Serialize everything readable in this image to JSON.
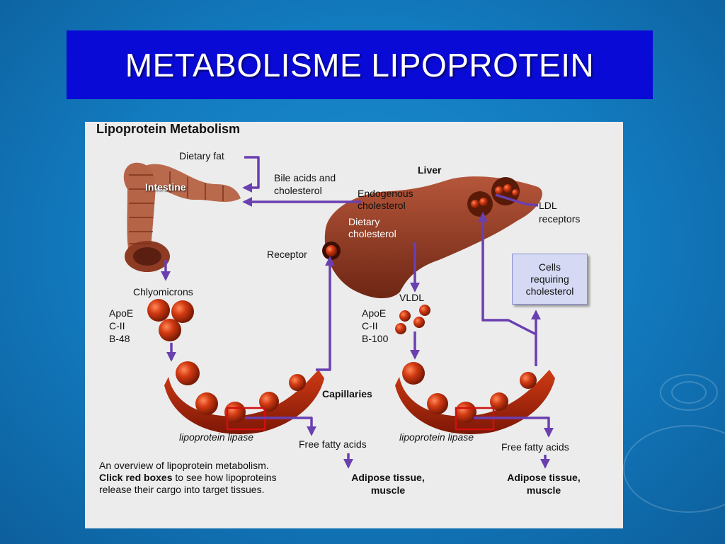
{
  "slide": {
    "title": "METABOLISME LIPOPROTEIN"
  },
  "figure": {
    "heading": "Lipoprotein Metabolism",
    "labels": {
      "dietary_fat": "Dietary fat",
      "intestine": "Intestine",
      "bile_acids": "Bile acids and",
      "bile_cholesterol": "cholesterol",
      "liver": "Liver",
      "endogenous_1": "Endogenous",
      "endogenous_2": "cholesterol",
      "ldl_1": "LDL",
      "ldl_2": "receptors",
      "dietary_chol_1": "Dietary",
      "dietary_chol_2": "cholesterol",
      "receptor": "Receptor",
      "chylomicrons": "Chlyomicrons",
      "apo_left_1": "ApoE",
      "apo_left_2": "C-II",
      "apo_left_3": "B-48",
      "vldl": "VLDL",
      "apo_right_1": "ApoE",
      "apo_right_2": "C-II",
      "apo_right_3": "B-100",
      "cells_1": "Cells",
      "cells_2": "requiring",
      "cells_3": "cholesterol",
      "capillaries": "Capillaries",
      "lipase_left": "lipoprotein lipase",
      "lipase_right": "lipoprotein lipase",
      "ffa_left": "Free fatty acids",
      "ffa_right": "Free fatty acids",
      "adipose_left_1": "Adipose tissue,",
      "adipose_left_2": "muscle",
      "adipose_right_1": "Adipose tissue,",
      "adipose_right_2": "muscle"
    },
    "caption": {
      "line1": "An overview of lipoprotein metabolism.",
      "line2_bold": "Click red boxes",
      "line2_rest": " to see how lipoproteins",
      "line3": "release their cargo into target tissues."
    },
    "colors": {
      "arrow": "#6a3fb0",
      "organ": "#8c3a22",
      "particle": "#d23a12",
      "highlight_box": "#d01010"
    }
  }
}
